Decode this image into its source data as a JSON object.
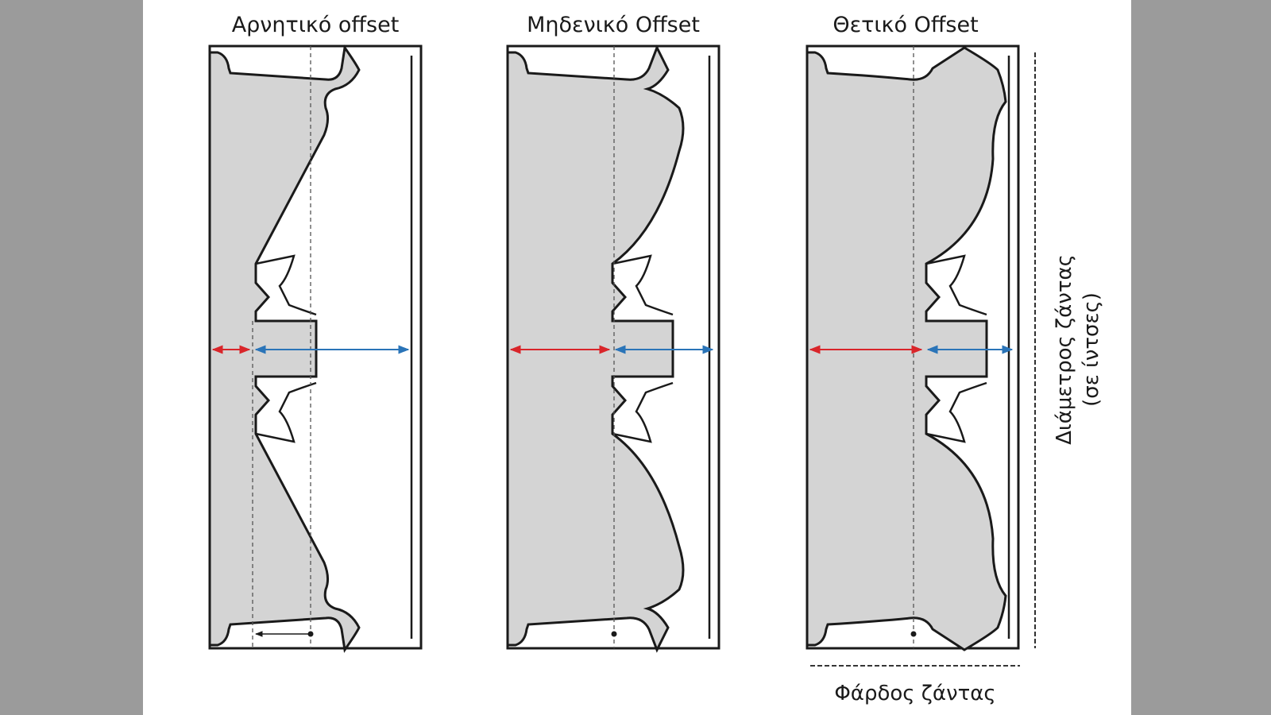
{
  "panels": [
    {
      "title": "Αρνητικό offset",
      "hub_shift": -74
    },
    {
      "title": "Μηδενικό Offset",
      "hub_shift": 0
    },
    {
      "title": "Θετικό Offset",
      "hub_shift": 74
    }
  ],
  "labels": {
    "diameter_line1": "Διάμετρος ζάντας",
    "diameter_line2": "(σε ίντσες)",
    "width": "Φάρδος ζάντας"
  },
  "colors": {
    "page_background": "#9b9b9b",
    "canvas": "#ffffff",
    "rim_fill": "#d4d4d4",
    "outline": "#1a1a1a",
    "red_arrow": "#d9252a",
    "blue_arrow": "#2a74b8"
  }
}
